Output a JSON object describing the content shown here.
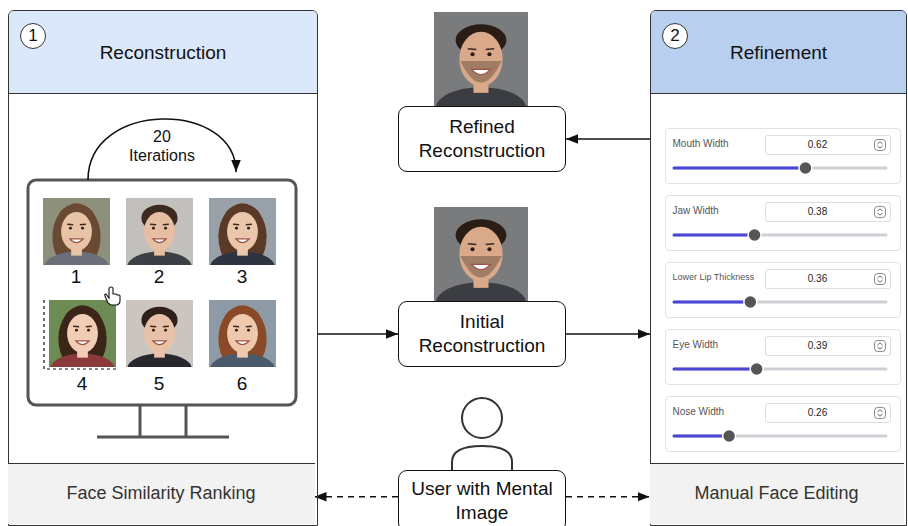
{
  "diagram": {
    "nodes": [
      {
        "text": [
          "1",
          "Reconstruction"
        ]
      },
      {
        "text": [
          "Face Similarity Ranking"
        ],
        "in": 0
      },
      {
        "text": [
          "Refined Reconstruction"
        ]
      },
      {
        "text": [
          "Initial Reconstruction"
        ]
      },
      {
        "text": [
          "User with Mental Image"
        ]
      },
      {
        "text": [
          "2",
          "Refinement"
        ]
      },
      {
        "text": [
          "Mouth Width",
          "0.62"
        ],
        "in": 5
      },
      {
        "text": [
          "Jaw Width",
          "0.38"
        ],
        "in": 5
      },
      {
        "text": [
          "Lower Lip Thickness",
          "0.36"
        ],
        "in": 5
      },
      {
        "text": [
          "Eye Width",
          "0.39"
        ],
        "in": 5
      },
      {
        "text": [
          "Nose Width",
          "0.26"
        ],
        "in": 5
      },
      {
        "text": [
          "Manual Face Editing"
        ],
        "in": 5
      }
    ],
    "edges": [
      {
        "from": 0,
        "to": 3,
        "arrow": "to"
      },
      {
        "from": 3,
        "to": 5,
        "arrow": "to"
      },
      {
        "from": 5,
        "to": 2,
        "arrow": "to"
      },
      {
        "from": 4,
        "to": 1,
        "arrow": "to"
      },
      {
        "from": 4,
        "to": 11,
        "arrow": "to"
      }
    ],
    "labels": [
      "20 Iterations",
      "1",
      "2",
      "3",
      "4",
      "5",
      "6"
    ]
  }
}
